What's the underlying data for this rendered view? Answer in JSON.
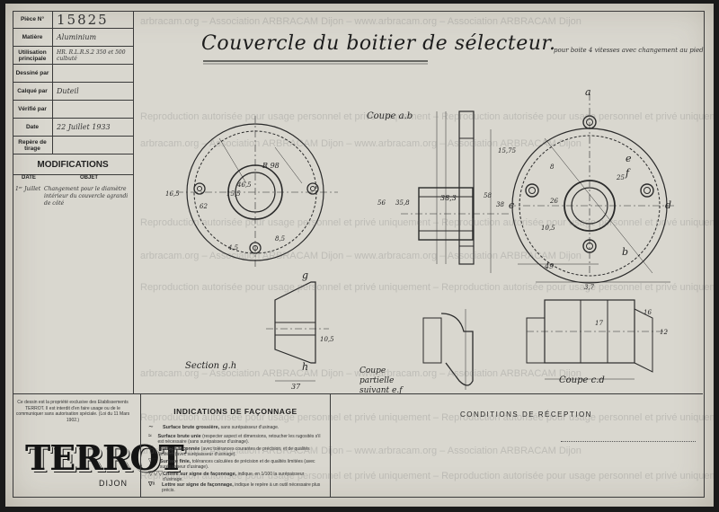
{
  "title_block": {
    "rows": [
      {
        "key": "Pièce N°",
        "value": "15825"
      },
      {
        "key": "Matière",
        "value": "Aluminium"
      },
      {
        "key": "Utilisation principale",
        "value": "HR. R.L.R.S.2  350 et 500 culbuté"
      },
      {
        "key": "Dessiné par",
        "value": ""
      },
      {
        "key": "Calqué par",
        "value": "Duteil"
      },
      {
        "key": "Vérifié par",
        "value": ""
      },
      {
        "key": "Date",
        "value": "22 Juillet 1933"
      },
      {
        "key": "Repère de tirage",
        "value": ""
      }
    ],
    "modifications": {
      "title": "MODIFICATIONS",
      "col_date": "DATE",
      "col_object": "OBJET",
      "entries": [
        {
          "date": "1ᵉʳ Juillet",
          "text": "Changement pour le diamètre intérieur du couvercle agrandi de côté"
        }
      ]
    }
  },
  "drawing": {
    "title": "Couvercle du boitier de sélecteur.",
    "note": "pour boite 4 vitesses avec changement au pied",
    "labels": {
      "coupe_ab": "Coupe a.b",
      "section_gh": "Section g.h",
      "coupe_ef": "Coupe partielle suivant e.f",
      "coupe_cd": "Coupe c.d"
    },
    "dimensions": {
      "left_view": [
        "R 98",
        "46,5",
        "15,5",
        "62",
        "16,5",
        "4,5",
        "8,5"
      ],
      "coupe_ab": [
        "38,3",
        "35,8",
        "56",
        "58",
        "38",
        "15,75"
      ],
      "right_view": [
        "8",
        "26",
        "25",
        "49",
        "10,5"
      ],
      "section_gh": [
        "37",
        "10,5"
      ],
      "coupe_cd": [
        "17",
        "16",
        "12",
        "3,7"
      ]
    },
    "point_labels": [
      "a",
      "b",
      "c",
      "d",
      "e",
      "f",
      "g",
      "h"
    ]
  },
  "bottom": {
    "legal": "Ce dessin est la propriété exclusive des Etablissements TERROT. Il est interdit d'en faire usage ou de le communiquer sans autorisation spéciale. (Loi du 11 Mars 1902.)",
    "brand": "TERROT",
    "city": "DIJON",
    "indications_title": "INDICATIONS DE FAÇONNAGE",
    "indications": [
      {
        "mark": "∼",
        "bold": "Surface brute grossière,",
        "text": "sans surépaisseur d'usinage."
      },
      {
        "mark": "≈",
        "bold": "Surface brute unie",
        "text": "(respecter aspect et dimensions, retoucher les rugosités s'il est nécessaire (sans surépaisseur d'usinage)."
      },
      {
        "mark": "▽",
        "bold": "Surface façonnée",
        "text": "(avec tolérances courantes de précision, et de qualités limitées (avec surépaisseur d'usinage)."
      },
      {
        "mark": "▽▽",
        "bold": "Surface finie,",
        "text": "tolérances calculées de précision et de qualités limitées (avec surépaisseur d'usinage)."
      },
      {
        "mark": "▽▽▽",
        "bold": "Chiffre sur signe de façonnage,",
        "text": "indique, en 1/100 la surépaisseur d'usinage."
      },
      {
        "mark": "∇ᵃ",
        "bold": "Lettre sur signe de façonnage,",
        "text": "indique le repère à un outil nécessaire plus précis."
      }
    ],
    "conditions_title": "CONDITIONS DE RÉCEPTION"
  },
  "watermarks": [
    "arbracam.org  –  Association ARBRACAM Dijon  –  www.arbracam.org  –  Association ARBRACAM Dijon",
    "Reproduction autorisée pour usage personnel et privé uniquement – Reproduction autorisée pour usage personnel et privé uniquement"
  ]
}
